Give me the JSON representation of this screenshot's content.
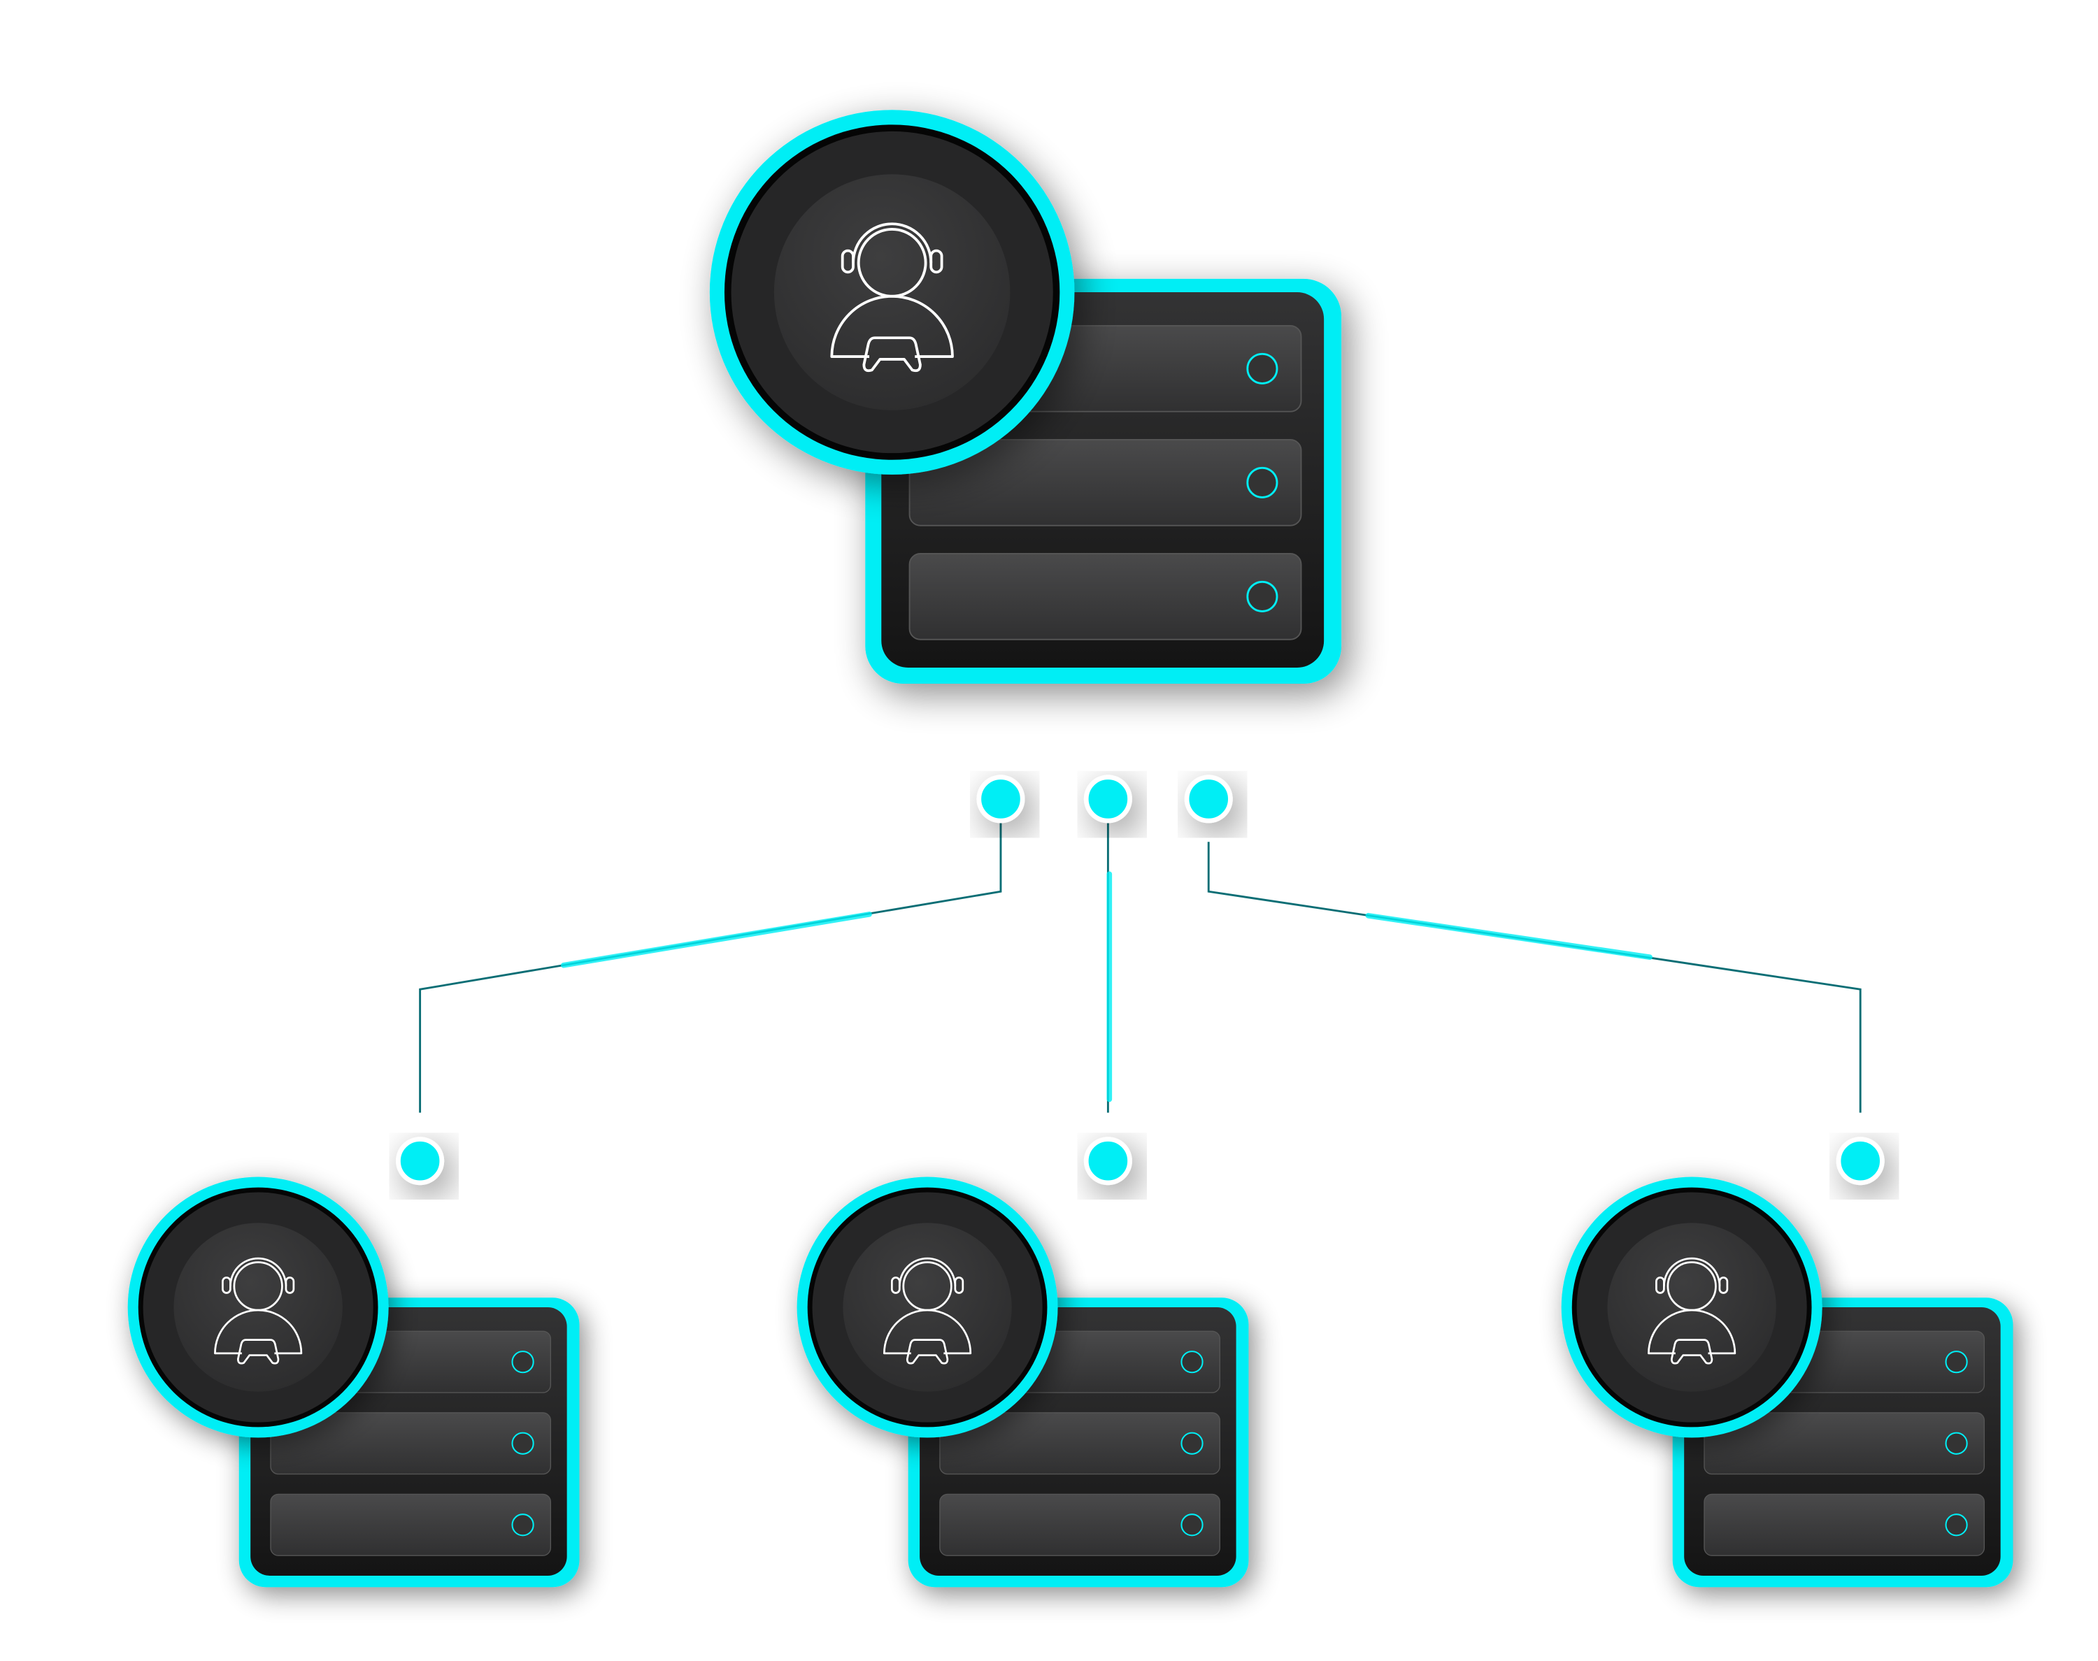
{
  "colors": {
    "accent": "#00eef5",
    "connector": "#0b6e75",
    "server_body": "#2e2e2f",
    "slot": "#3a3a3b",
    "avatar_outer": "#1a1a1a",
    "avatar_inner": "#39393a",
    "icon_stroke": "#ffffff"
  },
  "nodes": [
    {
      "role": "host-server",
      "icon": "gamer-headset-icon",
      "slots": 3
    },
    {
      "role": "client-server-left",
      "icon": "gamer-headset-icon",
      "slots": 3
    },
    {
      "role": "client-server-middle",
      "icon": "gamer-headset-icon",
      "slots": 3
    },
    {
      "role": "client-server-right",
      "icon": "gamer-headset-icon",
      "slots": 3
    }
  ]
}
